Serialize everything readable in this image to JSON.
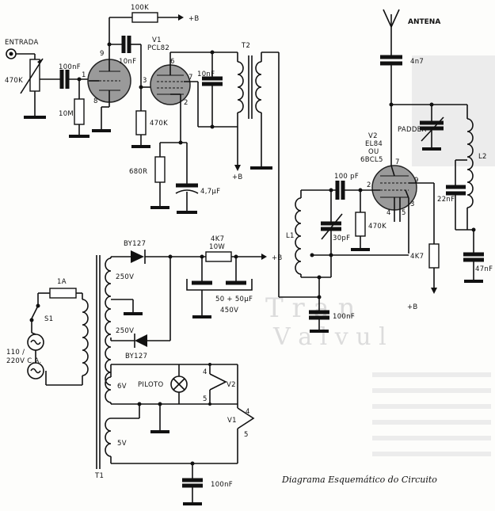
{
  "labels": {
    "r_100k": "100K",
    "plus_b_top": "+B",
    "entrada": "ENTRADA",
    "c_10nf_coupling": "10nF",
    "v1_name": "V1",
    "v1_type": "PCL82",
    "pin9": "9",
    "pin6": "6",
    "pin3": "3",
    "pin7": "7",
    "pin1": "1",
    "pin8": "8",
    "pin2": "2",
    "c_10nf_plate": "10nF",
    "t2": "T2",
    "pot_470k": "470K",
    "c_100nf_in": "100nF",
    "r_10m": "10M",
    "r_470k_grid": "470K",
    "r_680r": "680R",
    "c_47uf": "4,7µF",
    "plus_b_t2": "+B",
    "antena": "ANTENA",
    "c_4n7": "4n7",
    "padder": "PADDER",
    "l2": "L2",
    "v2_name": "V2",
    "v2_type": "EL84",
    "v2_or": "OU",
    "v2_alt": "6BCL5",
    "v2_pin7": "7",
    "v2_pin9": "9",
    "v2_pin2": "2",
    "v2_pin3": "3",
    "v2_pin4": "4",
    "v2_pin5": "5",
    "c_100pf": "100 pF",
    "c_22nf": "22nF",
    "l1": "L1",
    "c_30pf": "30pF",
    "r_470k_v2": "470K",
    "r_4k7_v2": "4K7",
    "c_47nf": "47nF",
    "plus_b_v2": "+B",
    "c_100nf_mid": "100nF",
    "by127_top": "BY127",
    "r_4k7_10w_a": "4K7",
    "r_4k7_10w_b": "10W",
    "plus_b_ps": "+B",
    "v250_top": "250V",
    "v250_bot": "250V",
    "by127_bot": "BY127",
    "c_filter_a": "50 + 50µF",
    "c_filter_b": "450V",
    "fuse_1a": "1A",
    "s1": "S1",
    "mains_a": "110 /",
    "mains_b": "220V C.A.",
    "v6": "6V",
    "piloto": "PILOTO",
    "h_pin4_v2": "4",
    "h_v2": "V2",
    "h_pin5_v2": "5",
    "h_pin4_v1": "4",
    "h_v1": "V1",
    "h_pin5_v1": "5",
    "v5": "5V",
    "t1": "T1",
    "c_100nf_bottom": "100nF"
  },
  "caption": "Diagrama Esquemático do Circuito"
}
